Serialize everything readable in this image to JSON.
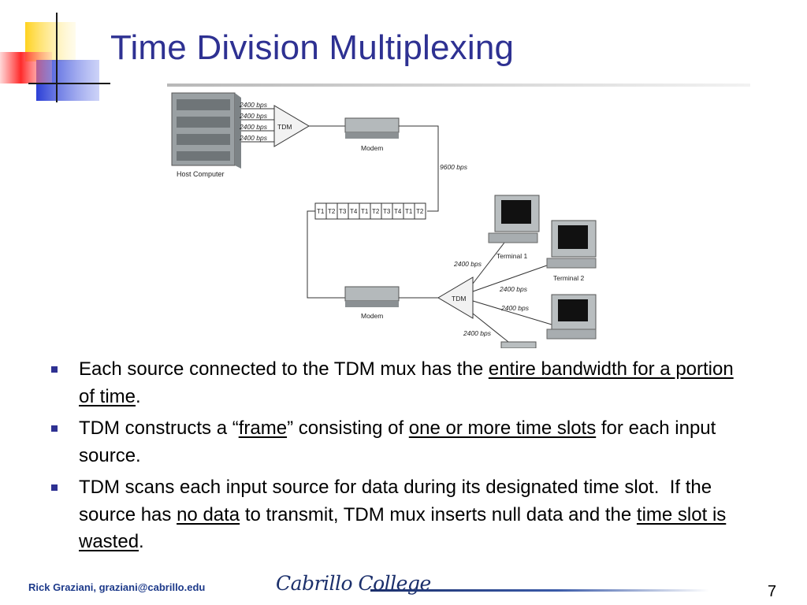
{
  "slide": {
    "title": "Time Division Multiplexing",
    "page_number": "7"
  },
  "diagram": {
    "host_label": "Host Computer",
    "input_rates": [
      "2400 bps",
      "2400 bps",
      "2400 bps",
      "2400 bps"
    ],
    "mux_label": "TDM",
    "demux_label": "TDM",
    "modem_top_label": "Modem",
    "modem_bottom_label": "Modem",
    "line_rate": "9600 bps",
    "frame_slots": [
      "T1",
      "T2",
      "T3",
      "T4",
      "T1",
      "T2",
      "T3",
      "T4",
      "T1",
      "T2"
    ],
    "terminal_rates": [
      "2400 bps",
      "2400 bps",
      "2400 bps",
      "2400 bps"
    ],
    "terminal_1_label": "Terminal 1",
    "terminal_2_label": "Terminal 2"
  },
  "bullets": [
    {
      "a": "Each source connected to the TDM mux has the ",
      "u1": "entire bandwidth for a portion of time",
      "b": "."
    },
    {
      "a": "TDM constructs a “",
      "u1": "frame",
      "b": "” consisting of ",
      "u2": "one or more time slots",
      "c": " for each input source."
    },
    {
      "a": "TDM scans each input source for data during its designated time slot.  If the source has ",
      "u1": "no data",
      "b": " to transmit, TDM mux inserts null data and the ",
      "u2": "time slot is wasted",
      "c": "."
    }
  ],
  "footer": {
    "author": "Rick Graziani, graziani@cabrillo.edu",
    "logo_text": "Cabrillo College"
  },
  "colors": {
    "title": "#2e3192",
    "bullet_marker": "#2e3192",
    "footer_text": "#1d3a8a",
    "logo": "#1b2f6b"
  }
}
